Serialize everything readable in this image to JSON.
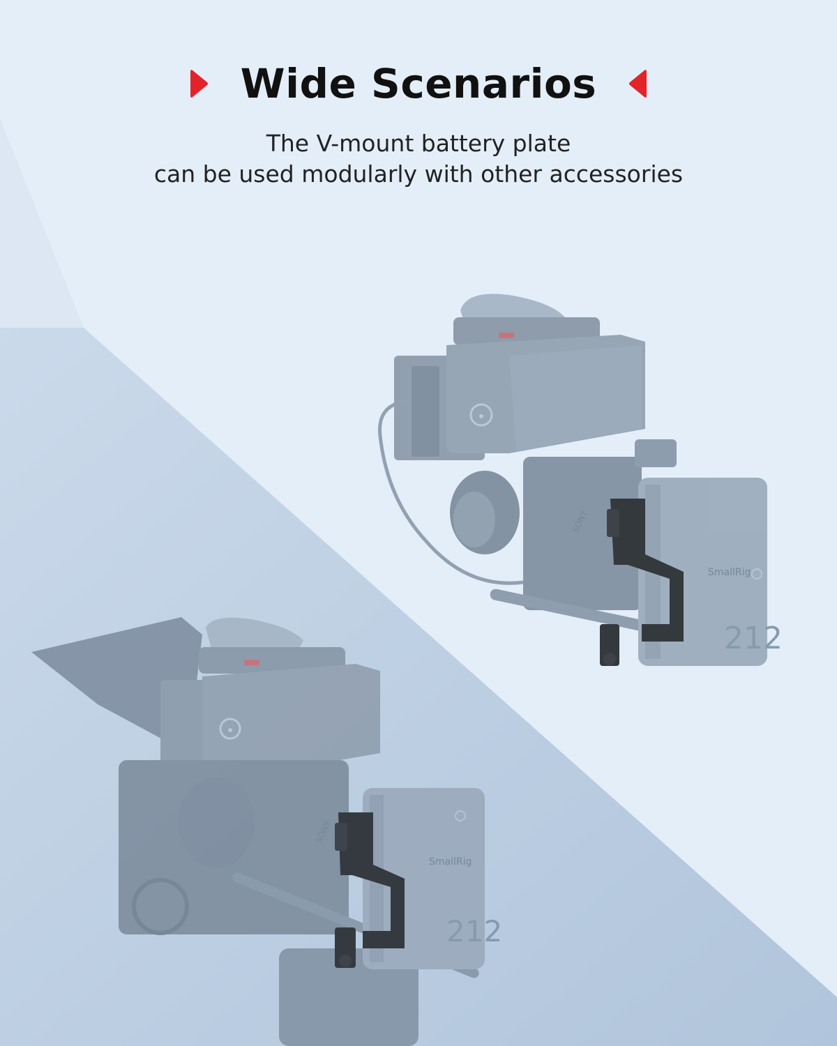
{
  "header": {
    "title": "Wide Scenarios",
    "subtitle_line1": "The V-mount battery plate",
    "subtitle_line2": "can be used modularly with other accessories"
  },
  "product": {
    "battery_brand": "SmallRig",
    "battery_number": "212",
    "camera_brand": "SONY"
  },
  "colors": {
    "accent_marker": "#e3222a",
    "background_light": "#e4eef8",
    "background_band": "#b2c7de",
    "equipment_gray": "#8d9fb1",
    "plate_black": "#262a2f"
  },
  "icons": {
    "left_marker": "right-pointing-arrowhead",
    "right_marker": "left-pointing-arrowhead",
    "monitor_logo": "atomos-logo"
  }
}
